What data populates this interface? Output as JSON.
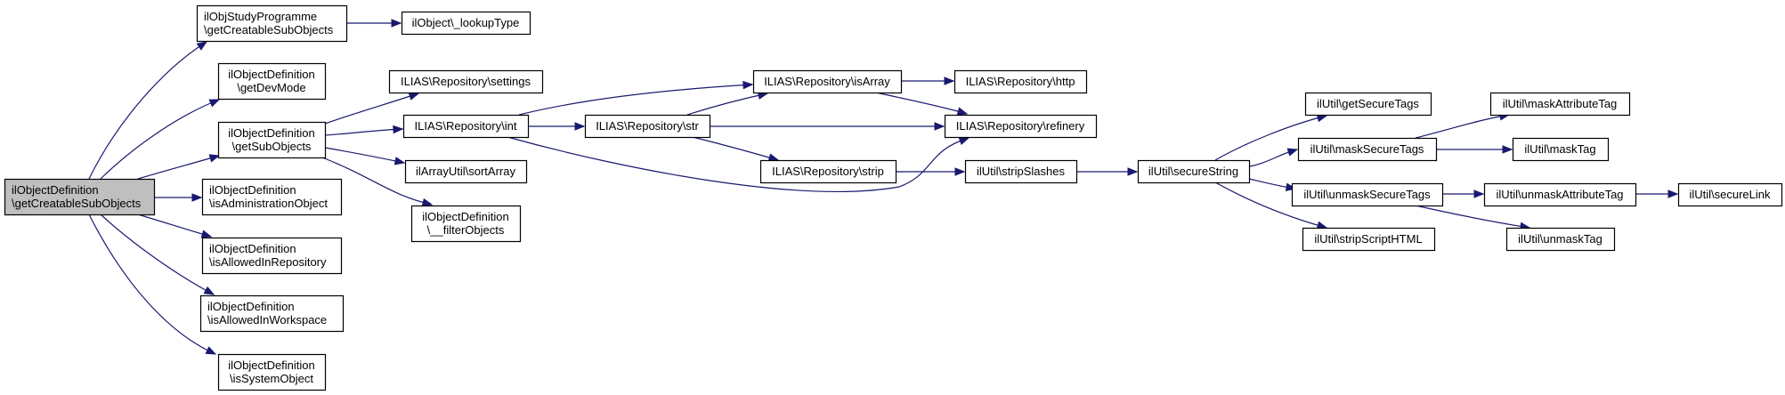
{
  "diagram": {
    "type": "call-graph",
    "edge_color": "#191970",
    "root_fill": "#bfbfbf",
    "node_fill": "#ffffff",
    "nodes": [
      {
        "id": "root",
        "lines": [
          "ilObjectDefinition",
          "\\getCreatableSubObjects"
        ],
        "root": true
      },
      {
        "id": "studyprog",
        "lines": [
          "ilObjStudyProgramme",
          "\\getCreatableSubObjects"
        ]
      },
      {
        "id": "getDevMode",
        "lines": [
          "ilObjectDefinition",
          "\\getDevMode"
        ]
      },
      {
        "id": "getSubObjects",
        "lines": [
          "ilObjectDefinition",
          "\\getSubObjects"
        ]
      },
      {
        "id": "isAdmin",
        "lines": [
          "ilObjectDefinition",
          "\\isAdministrationObject"
        ]
      },
      {
        "id": "isAllowedRepo",
        "lines": [
          "ilObjectDefinition",
          "\\isAllowedInRepository"
        ]
      },
      {
        "id": "isAllowedWs",
        "lines": [
          "ilObjectDefinition",
          "\\isAllowedInWorkspace"
        ]
      },
      {
        "id": "isSystem",
        "lines": [
          "ilObjectDefinition",
          "\\isSystemObject"
        ]
      },
      {
        "id": "lookupType",
        "lines": [
          "ilObject\\_lookupType"
        ]
      },
      {
        "id": "settings",
        "lines": [
          "ILIAS\\Repository\\settings"
        ]
      },
      {
        "id": "int",
        "lines": [
          "ILIAS\\Repository\\int"
        ]
      },
      {
        "id": "sortArray",
        "lines": [
          "ilArrayUtil\\sortArray"
        ]
      },
      {
        "id": "filterObjects",
        "lines": [
          "ilObjectDefinition",
          "\\__filterObjects"
        ]
      },
      {
        "id": "str",
        "lines": [
          "ILIAS\\Repository\\str"
        ]
      },
      {
        "id": "isArray",
        "lines": [
          "ILIAS\\Repository\\isArray"
        ]
      },
      {
        "id": "strip",
        "lines": [
          "ILIAS\\Repository\\strip"
        ]
      },
      {
        "id": "http",
        "lines": [
          "ILIAS\\Repository\\http"
        ]
      },
      {
        "id": "refinery",
        "lines": [
          "ILIAS\\Repository\\refinery"
        ]
      },
      {
        "id": "stripSlashes",
        "lines": [
          "ilUtil\\stripSlashes"
        ]
      },
      {
        "id": "secureString",
        "lines": [
          "ilUtil\\secureString"
        ]
      },
      {
        "id": "getSecureTags",
        "lines": [
          "ilUtil\\getSecureTags"
        ]
      },
      {
        "id": "maskSecureTags",
        "lines": [
          "ilUtil\\maskSecureTags"
        ]
      },
      {
        "id": "unmaskSecureTags",
        "lines": [
          "ilUtil\\unmaskSecureTags"
        ]
      },
      {
        "id": "stripScriptHTML",
        "lines": [
          "ilUtil\\stripScriptHTML"
        ]
      },
      {
        "id": "maskAttributeTag",
        "lines": [
          "ilUtil\\maskAttributeTag"
        ]
      },
      {
        "id": "maskTag",
        "lines": [
          "ilUtil\\maskTag"
        ]
      },
      {
        "id": "unmaskAttributeTag",
        "lines": [
          "ilUtil\\unmaskAttributeTag"
        ]
      },
      {
        "id": "unmaskTag",
        "lines": [
          "ilUtil\\unmaskTag"
        ]
      },
      {
        "id": "secureLink",
        "lines": [
          "ilUtil\\secureLink"
        ]
      }
    ],
    "edges": [
      {
        "from": "root",
        "to": "studyprog"
      },
      {
        "from": "root",
        "to": "getDevMode"
      },
      {
        "from": "root",
        "to": "getSubObjects"
      },
      {
        "from": "root",
        "to": "isAdmin"
      },
      {
        "from": "root",
        "to": "isAllowedRepo"
      },
      {
        "from": "root",
        "to": "isAllowedWs"
      },
      {
        "from": "root",
        "to": "isSystem"
      },
      {
        "from": "studyprog",
        "to": "lookupType"
      },
      {
        "from": "getSubObjects",
        "to": "settings"
      },
      {
        "from": "getSubObjects",
        "to": "int"
      },
      {
        "from": "getSubObjects",
        "to": "sortArray"
      },
      {
        "from": "getSubObjects",
        "to": "filterObjects"
      },
      {
        "from": "int",
        "to": "isArray"
      },
      {
        "from": "int",
        "to": "str"
      },
      {
        "from": "int",
        "to": "refinery"
      },
      {
        "from": "str",
        "to": "isArray"
      },
      {
        "from": "str",
        "to": "refinery"
      },
      {
        "from": "str",
        "to": "strip"
      },
      {
        "from": "isArray",
        "to": "http"
      },
      {
        "from": "isArray",
        "to": "refinery"
      },
      {
        "from": "strip",
        "to": "stripSlashes"
      },
      {
        "from": "stripSlashes",
        "to": "secureString"
      },
      {
        "from": "secureString",
        "to": "getSecureTags"
      },
      {
        "from": "secureString",
        "to": "maskSecureTags"
      },
      {
        "from": "secureString",
        "to": "unmaskSecureTags"
      },
      {
        "from": "secureString",
        "to": "stripScriptHTML"
      },
      {
        "from": "maskSecureTags",
        "to": "maskAttributeTag"
      },
      {
        "from": "maskSecureTags",
        "to": "maskTag"
      },
      {
        "from": "unmaskSecureTags",
        "to": "unmaskAttributeTag"
      },
      {
        "from": "unmaskSecureTags",
        "to": "unmaskTag"
      },
      {
        "from": "unmaskAttributeTag",
        "to": "secureLink"
      }
    ]
  }
}
